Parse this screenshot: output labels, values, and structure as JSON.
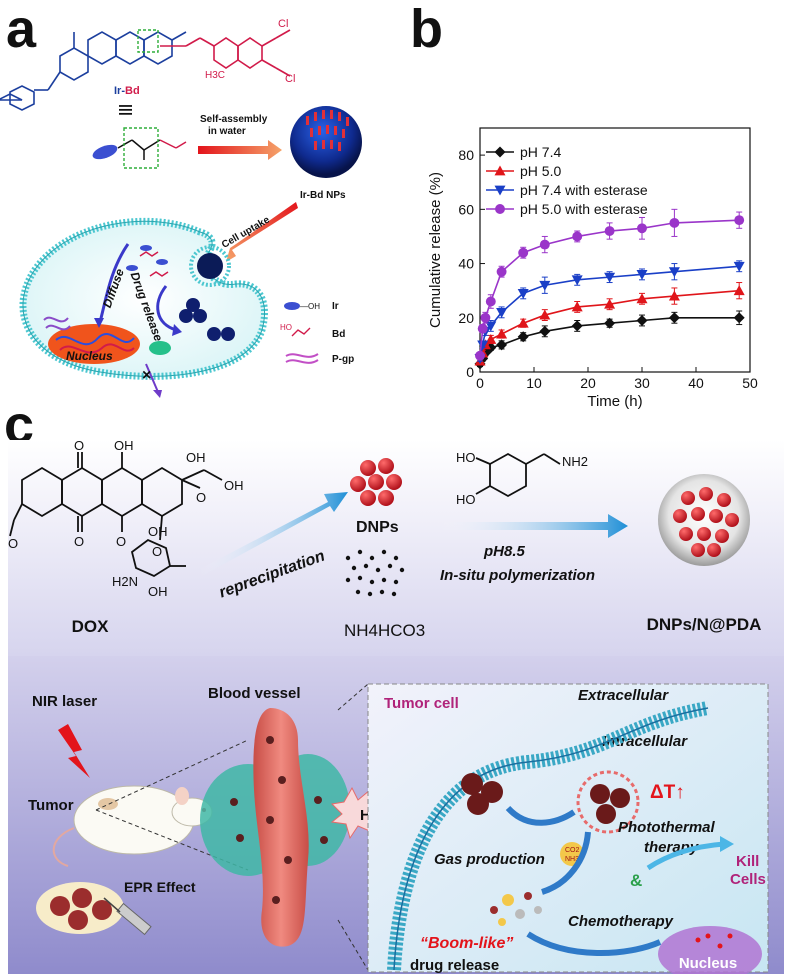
{
  "panels": {
    "a": "a",
    "b": "b",
    "c": "c"
  },
  "panel_a": {
    "compound_prefix": "Ir",
    "compound_dash": "-",
    "compound_suffix": "Bd",
    "h3c": "H3C",
    "cl1": "Cl",
    "cl2": "Cl",
    "triple_bar": "|||",
    "self_assembly_1": "Self-assembly",
    "self_assembly_2": "in water",
    "nps_label": "Ir-Bd NPs",
    "cell_uptake": "Cell uptake",
    "diffuse": "Diffuse",
    "drug_release": "Drug release",
    "nucleus": "Nucleus",
    "legend": [
      {
        "symbol": "—OH",
        "label": "Ir"
      },
      {
        "symbol": "HO",
        "label": "Bd"
      },
      {
        "symbol": "",
        "label": "P-gp"
      }
    ]
  },
  "panel_c": {
    "dox_label": "DOX",
    "reprecipitation": "reprecipitation",
    "dnps": "DNPs",
    "nh4hco3": "NH4HCO3",
    "ho1": "HO",
    "ho2": "HO",
    "nh2": "NH2",
    "ph": "pH8.5",
    "in_situ": "In-situ polymerization",
    "product": "DNPs/N@PDA",
    "oh_labels": [
      "O",
      "OH",
      "OH",
      "O",
      "OH",
      "O",
      "O",
      "O",
      "OH",
      "H2N",
      "O",
      "OH"
    ],
    "nir_laser": "NIR laser",
    "blood_vessel": "Blood vessel",
    "tumor": "Tumor",
    "epr": "EPR Effect",
    "heat": "Heat",
    "tumor_cell": "Tumor cell",
    "extracellular": "Extracellular",
    "intracellular": "Intracellular",
    "delta_t": "ΔT↑",
    "photothermal_1": "Photothermal",
    "photothermal_2": "therapy",
    "gas_production": "Gas production",
    "co2": "CO2",
    "nh3": "NH3",
    "amp": "&",
    "kill_1": "Kill",
    "kill_2": "Cells",
    "chemotherapy": "Chemotherapy",
    "boom_1": "“Boom-like”",
    "boom_2": "drug release",
    "nucleus": "Nucleus"
  },
  "chart_data": {
    "type": "line",
    "title": "",
    "xlabel": "Time (h)",
    "ylabel": "Cumulative release (%)",
    "xlim": [
      0,
      50
    ],
    "ylim": [
      0,
      90
    ],
    "xticks": [
      "0",
      "10",
      "20",
      "30",
      "40",
      "50"
    ],
    "yticks": [
      "0",
      "20",
      "40",
      "60",
      "80"
    ],
    "legend_position": "top-left",
    "grid": false,
    "x": [
      0,
      0.5,
      1,
      2,
      4,
      8,
      12,
      18,
      24,
      30,
      36,
      48
    ],
    "series": [
      {
        "name": "pH 7.4",
        "color": "#111111",
        "marker": "diamond",
        "values": [
          3,
          5,
          7,
          9,
          10,
          13,
          15,
          17,
          18,
          19,
          20,
          20
        ],
        "errors": [
          1,
          1,
          1,
          1,
          1.5,
          1.5,
          2,
          2,
          1.5,
          2,
          2,
          2.5
        ]
      },
      {
        "name": "pH 5.0",
        "color": "#e0151a",
        "marker": "triangle-up",
        "values": [
          4,
          7,
          10,
          12,
          14,
          18,
          21,
          24,
          25,
          27,
          28,
          30
        ],
        "errors": [
          1,
          1,
          1,
          1.5,
          1.5,
          1.5,
          2,
          2,
          2,
          2,
          3,
          3
        ]
      },
      {
        "name": "pH 7.4 with esterase",
        "color": "#1a3fc7",
        "marker": "triangle-down",
        "values": [
          5,
          10,
          15,
          17,
          22,
          29,
          32,
          34,
          35,
          36,
          37,
          39
        ],
        "errors": [
          1,
          1,
          1.5,
          2,
          2,
          2,
          3,
          2,
          2,
          2,
          3,
          2
        ]
      },
      {
        "name": "pH 5.0 with esterase",
        "color": "#9a35c9",
        "marker": "circle",
        "values": [
          6,
          16,
          20,
          26,
          37,
          44,
          47,
          50,
          52,
          53,
          55,
          56
        ],
        "errors": [
          1,
          1.5,
          2,
          2.5,
          2,
          2,
          3,
          2,
          3,
          4,
          5,
          3
        ]
      }
    ]
  }
}
